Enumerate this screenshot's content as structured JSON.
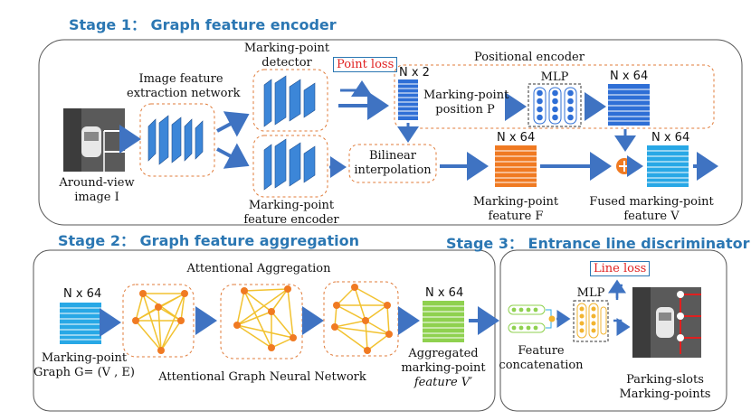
{
  "stages": {
    "stage1": "Stage 1： Graph feature encoder",
    "stage2": "Stage 2： Graph feature aggregation",
    "stage3": "Stage 3： Entrance line discriminator"
  },
  "stage1": {
    "image_feature_network": [
      "Image feature",
      "extraction network"
    ],
    "around_view_image": [
      "Around-view",
      "image I"
    ],
    "mp_detector": [
      "Marking-point",
      "detector"
    ],
    "mp_feature_encoder": [
      "Marking-point",
      "feature  encoder"
    ],
    "point_loss": "Point loss",
    "positional_encoder": "Positional encoder",
    "n_x_2": "N x 2",
    "mp_position": [
      "Marking-point",
      "position P"
    ],
    "mlp": "MLP",
    "n_x_64_pos": "N x 64",
    "bilinear": [
      "Bilinear",
      "interpolation"
    ],
    "n_x_64_feat": "N x 64",
    "mp_feature_f": [
      "Marking-point",
      "feature F"
    ],
    "n_x_64_fused": "N x 64",
    "fused_feature": [
      "Fused marking-point",
      "feature V"
    ]
  },
  "stage2": {
    "attentional_aggregation": "Attentional Aggregation",
    "n_x_64_in": "N x 64",
    "mp_graph": [
      "Marking-point",
      "Graph  G= (V , E)"
    ],
    "agnn": "Attentional Graph Neural Network",
    "n_x_64_out": "N x 64",
    "aggregated": [
      "Aggregated",
      "marking-point",
      "feature V′"
    ]
  },
  "stage3": {
    "line_loss": "Line loss",
    "mlp": "MLP",
    "feature_concat": [
      "Feature",
      "concatenation"
    ],
    "parking_slots": [
      "Parking-slots",
      "Marking-points"
    ]
  },
  "colors": {
    "stage_title": "#2b77b3",
    "arrow": "#3f73c2",
    "blue_block": "#2f6fd6",
    "cyan_block": "#28a8e6",
    "orange_block": "#f07a22",
    "green_block": "#8fd14f",
    "graph_edge": "#f2c230",
    "graph_node": "#f07a22",
    "loss_text": "#e02020"
  },
  "icons": {
    "cnn_block": "stacked-layers-icon",
    "fusion": "add-circle-icon",
    "graph": "graph-network-icon",
    "image": "parking-lot-image-icon"
  }
}
